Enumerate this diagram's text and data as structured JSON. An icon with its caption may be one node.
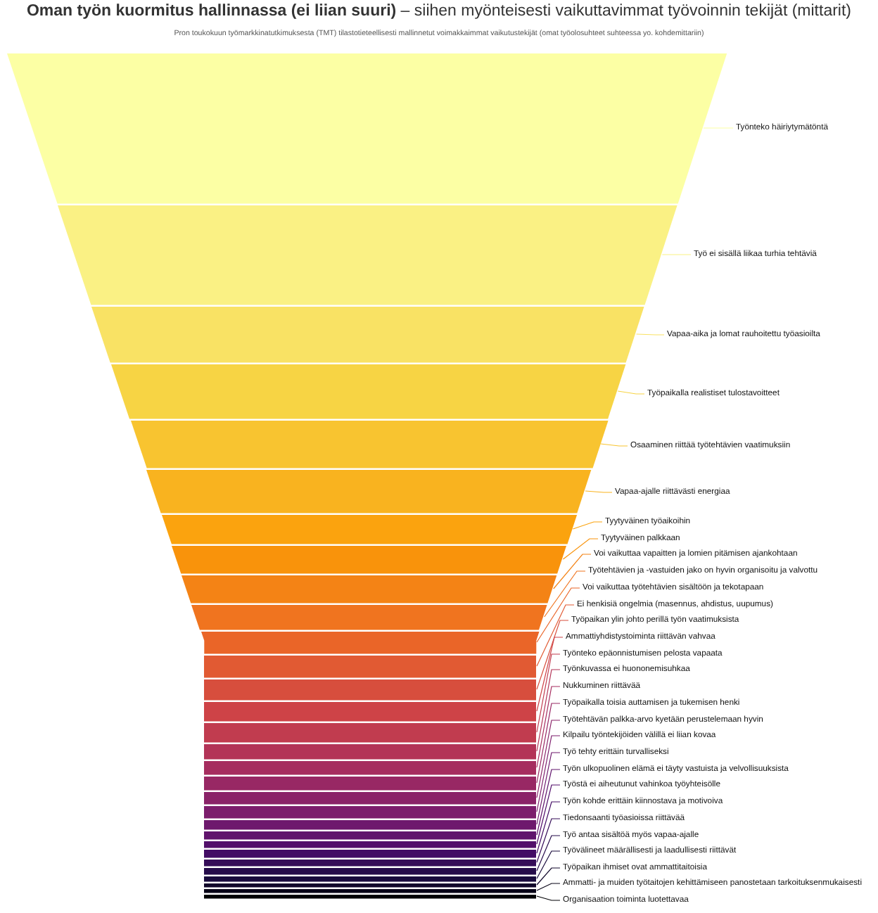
{
  "diagram": {
    "title": "**Oman työn kuormitus hallinnassa (ei liian suuri)** – siihen myönteisesti vaikuttavimmat työvoinnin tekijät (mittarit)",
    "labels": [
      "Pron toukokuun työmarkkinatutkimuksesta (TMT) tilastotieteellisesti mallinnetut voimakkaimmat vaikutustekijät (omat työolosuhteet suhteessa yo. kohdemittariin)"
    ],
    "nodes": [
      {
        "text": [],
        "shape": "bar"
      },
      {
        "text": [],
        "shape": "bar"
      },
      {
        "text": [],
        "shape": "bar"
      },
      {
        "text": [],
        "shape": "bar"
      },
      {
        "text": [],
        "shape": "bar"
      },
      {
        "text": [],
        "shape": "bar"
      },
      {
        "text": [],
        "shape": "bar"
      },
      {
        "text": [],
        "shape": "bar"
      },
      {
        "text": [],
        "shape": "bar"
      },
      {
        "text": [],
        "shape": "bar"
      },
      {
        "text": [],
        "shape": "bar"
      },
      {
        "text": [],
        "shape": "bar"
      },
      {
        "text": [],
        "shape": "bar"
      },
      {
        "text": [],
        "shape": "bar"
      },
      {
        "text": [],
        "shape": "bar"
      },
      {
        "text": [],
        "shape": "bar"
      },
      {
        "text": [],
        "shape": "bar"
      },
      {
        "text": [],
        "shape": "bar"
      },
      {
        "text": [],
        "shape": "bar"
      },
      {
        "text": [],
        "shape": "bar"
      },
      {
        "text": [],
        "shape": "bar"
      },
      {
        "text": [],
        "shape": "bar"
      },
      {
        "text": [],
        "shape": "bar"
      },
      {
        "text": [],
        "shape": "bar"
      },
      {
        "text": [],
        "shape": "bar"
      },
      {
        "text": [],
        "shape": "bar"
      },
      {
        "text": [],
        "shape": "bar"
      },
      {
        "text": [],
        "shape": "bar"
      },
      {
        "text": [],
        "shape": "bar"
      },
      {
        "text": [],
        "shape": "bar"
      },
      {
        "text": [
          "Työnteko häiriytymätöntä"
        ]
      },
      {
        "text": [
          "Työ ei sisällä liikaa turhia tehtäviä"
        ]
      },
      {
        "text": [
          "Vapaa-aika ja lomat rauhoitettu työasioilta"
        ]
      },
      {
        "text": [
          "Työpaikalla realistiset tulostavoitteet"
        ]
      },
      {
        "text": [
          "Osaaminen riittää työtehtävien vaatimuksiin"
        ]
      },
      {
        "text": [
          "Vapaa-ajalle riittävästi energiaa"
        ]
      },
      {
        "text": [
          "Tyytyväinen työaikoihin"
        ]
      },
      {
        "text": [
          "Tyytyväinen palkkaan"
        ]
      },
      {
        "text": [
          "Voi vaikuttaa vapaitten ja lomien pitämisen ajankohtaan"
        ]
      },
      {
        "text": [
          "Työtehtävien ja -vastuiden jako on hyvin organisoitu ja valvottu"
        ]
      },
      {
        "text": [
          "Voi vaikuttaa työtehtävien sisältöön ja tekotapaan"
        ]
      },
      {
        "text": [
          "Ei henkisiä ongelmia (masennus, ahdistus, uupumus)"
        ]
      },
      {
        "text": [
          "Työpaikan ylin johto perillä työn vaatimuksista"
        ]
      },
      {
        "text": [
          "Ammattiyhdistystoiminta riittävän vahvaa"
        ]
      },
      {
        "text": [
          "Työnteko epäonnistumisen pelosta vapaata"
        ]
      },
      {
        "text": [
          "Työnkuvassa ei huononemisuhkaa"
        ]
      },
      {
        "text": [
          "Nukkuminen riittävää"
        ]
      },
      {
        "text": [
          "Työpaikalla toisia auttamisen ja tukemisen henki"
        ]
      },
      {
        "text": [
          "Työtehtävän palkka-arvo kyetään perustelemaan hyvin"
        ]
      },
      {
        "text": [
          "Kilpailu työntekijöiden välillä ei liian kovaa"
        ]
      },
      {
        "text": [
          "Työ tehty erittäin turvalliseksi"
        ]
      },
      {
        "text": [
          "Työn ulkopuolinen elämä ei täyty vastuista ja velvollisuuksista"
        ]
      },
      {
        "text": [
          "Työstä ei aiheutunut vahinkoa työyhteisölle"
        ]
      },
      {
        "text": [
          "Työn kohde erittäin kiinnostava ja motivoiva"
        ]
      },
      {
        "text": [
          "Tiedonsaanti työasioissa riittävää"
        ]
      },
      {
        "text": [
          "Työ antaa sisältöä myös vapaa-ajalle"
        ]
      },
      {
        "text": [
          "Työvälineet määrällisesti ja laadullisesti riittävät"
        ]
      },
      {
        "text": [
          "Työpaikan ihmiset ovat ammattitaitoisia"
        ]
      },
      {
        "text": [
          "Ammatti- ja muiden työtaitojen kehittämiseen panostetaan tarkoituksenmukaisesti"
        ]
      },
      {
        "text": [
          "Organisaation toiminta luotettavaa"
        ]
      }
    ],
    "edges": [
      {
        "from": 30,
        "to": 0,
        "arrow": "none",
        "color": "#fcffa4"
      },
      {
        "from": 31,
        "to": 1,
        "arrow": "none",
        "color": "#faf184"
      },
      {
        "from": 32,
        "to": 2,
        "arrow": "none",
        "color": "#f9e264"
      },
      {
        "from": 33,
        "to": 3,
        "arrow": "none",
        "color": "#f7d444"
      },
      {
        "from": 34,
        "to": 4,
        "arrow": "none",
        "color": "#f8c430"
      },
      {
        "from": 35,
        "to": 5,
        "arrow": "none",
        "color": "#f9b31f"
      },
      {
        "from": 36,
        "to": 6,
        "arrow": "none",
        "color": "#fba30e"
      },
      {
        "from": 37,
        "to": 7,
        "arrow": "none",
        "color": "#f9930b"
      },
      {
        "from": 38,
        "to": 8,
        "arrow": "none",
        "color": "#f48315"
      },
      {
        "from": 39,
        "to": 9,
        "arrow": "none",
        "color": "#f0741f"
      },
      {
        "from": 40,
        "to": 10,
        "arrow": "none",
        "color": "#ea6528"
      },
      {
        "from": 41,
        "to": 11,
        "arrow": "none",
        "color": "#e15a33"
      },
      {
        "from": 42,
        "to": 12,
        "arrow": "none",
        "color": "#d74e3d"
      },
      {
        "from": 43,
        "to": 13,
        "arrow": "none",
        "color": "#ce4347"
      },
      {
        "from": 44,
        "to": 14,
        "arrow": "none",
        "color": "#c13c4f"
      },
      {
        "from": 45,
        "to": 15,
        "arrow": "none",
        "color": "#b33457"
      },
      {
        "from": 46,
        "to": 16,
        "arrow": "none",
        "color": "#a62d5f"
      },
      {
        "from": 47,
        "to": 17,
        "arrow": "none",
        "color": "#982864"
      },
      {
        "from": 48,
        "to": 18,
        "arrow": "none",
        "color": "#8a2368"
      },
      {
        "from": 49,
        "to": 19,
        "arrow": "none",
        "color": "#7c1d6c"
      },
      {
        "from": 50,
        "to": 20,
        "arrow": "none",
        "color": "#6e196d"
      },
      {
        "from": 51,
        "to": 21,
        "arrow": "none",
        "color": "#60146c"
      },
      {
        "from": 52,
        "to": 22,
        "arrow": "none",
        "color": "#520f6b"
      },
      {
        "from": 53,
        "to": 23,
        "arrow": "none",
        "color": "#430c65"
      },
      {
        "from": 54,
        "to": 24,
        "arrow": "none",
        "color": "#350c58"
      },
      {
        "from": 55,
        "to": 25,
        "arrow": "none",
        "color": "#260c4b"
      },
      {
        "from": 56,
        "to": 26,
        "arrow": "none",
        "color": "#190b3d"
      },
      {
        "from": 57,
        "to": 27,
        "arrow": "none",
        "color": "#11072a"
      },
      {
        "from": 58,
        "to": 28,
        "arrow": "none",
        "color": "#080417"
      },
      {
        "from": 59,
        "to": 29,
        "arrow": "none",
        "color": "#000004"
      }
    ]
  }
}
